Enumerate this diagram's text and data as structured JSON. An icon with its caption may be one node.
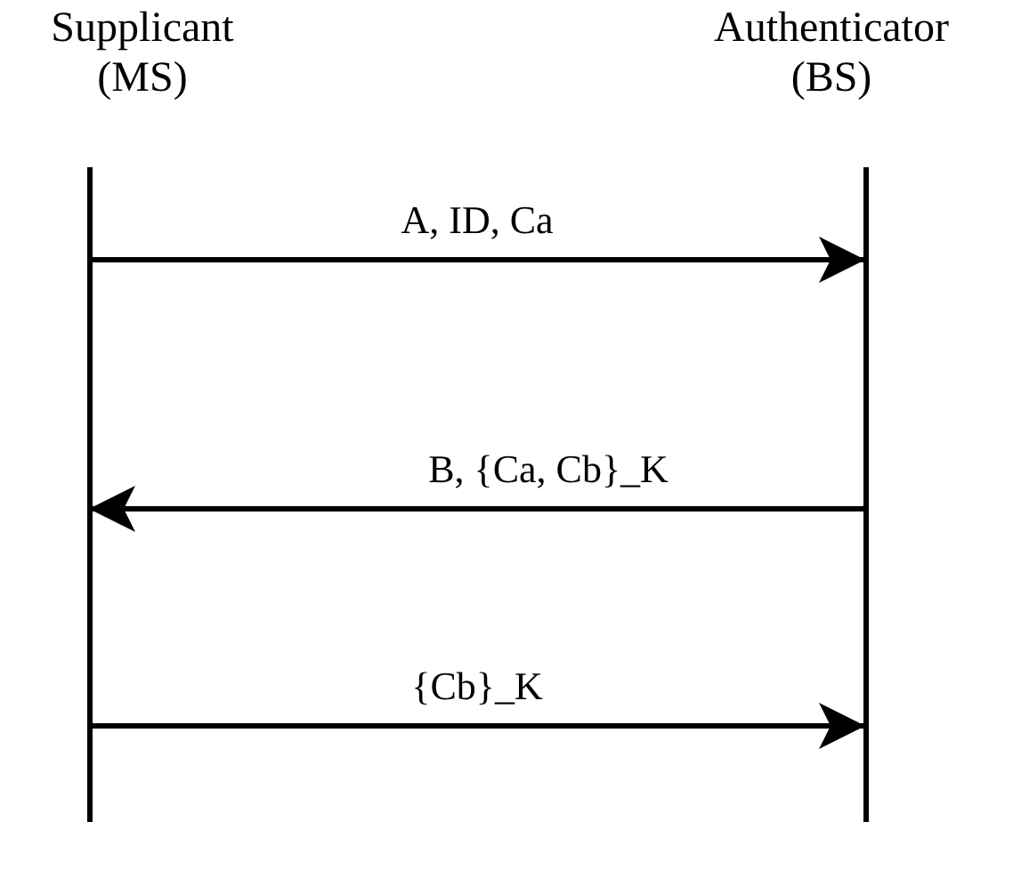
{
  "diagram": {
    "nodes": [
      {
        "text": [
          "Supplicant (MS)"
        ]
      },
      {
        "text": [
          "Authenticator (BS)"
        ]
      }
    ],
    "edges": [
      {
        "from": 0,
        "to": 1,
        "arrow": "to",
        "label": "A, ID, Ca"
      },
      {
        "from": 1,
        "to": 0,
        "arrow": "to",
        "label": "B, {Ca, Cb}_K"
      },
      {
        "from": 0,
        "to": 1,
        "arrow": "to",
        "label": "{Cb}_K"
      }
    ]
  }
}
